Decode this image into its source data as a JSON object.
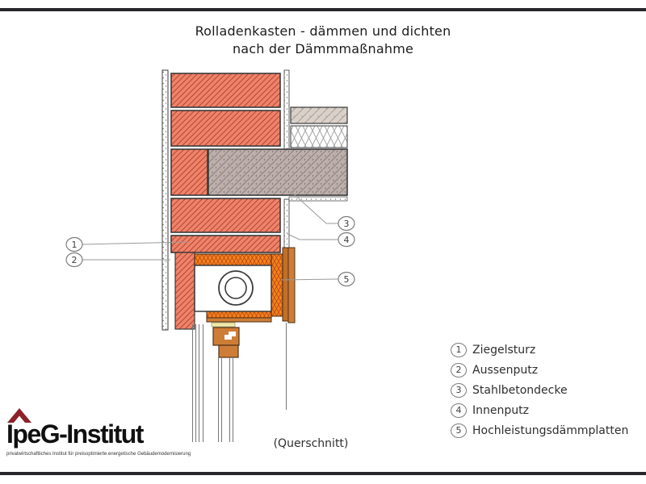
{
  "title": {
    "line1": "Rolladenkasten - dämmen und dichten",
    "line2": "nach der Dämmmaßnahme"
  },
  "caption": "(Querschnitt)",
  "legend": {
    "items": [
      {
        "num": "1",
        "label": "Ziegelsturz"
      },
      {
        "num": "2",
        "label": "Aussenputz"
      },
      {
        "num": "3",
        "label": "Stahlbetondecke"
      },
      {
        "num": "4",
        "label": "Innenputz"
      },
      {
        "num": "5",
        "label": "Hochleistungsdämmplatten"
      }
    ]
  },
  "logo": {
    "name": "IpeG-Institut",
    "tagline": "privatwirtschaftliches Institut für preisoptimierte energetische Gebäudemodernisierung"
  },
  "colors": {
    "brick": "#F0826B",
    "brick_hatch": "#AE4A2F",
    "concrete": "#BCAFAC",
    "concrete_hatch": "#8A7D7A",
    "screed": "#DAD2CA",
    "insulation_orange": "#F5831F",
    "insulation_orange_hatch": "#BC4A12",
    "wood": "#CE7D37",
    "wood_dark": "#C17029",
    "sill_yellow": "#F0E9AC",
    "outline": "#3A3A3A",
    "leader": "#9A9A9A",
    "frame_rule": "#26262B",
    "logo_red": "#8C2127"
  }
}
